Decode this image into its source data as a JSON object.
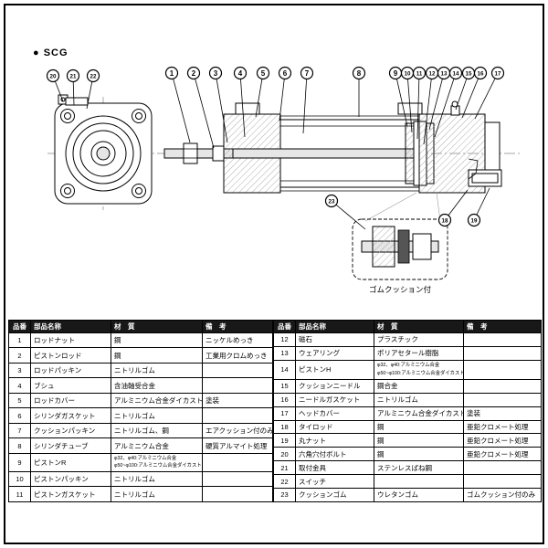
{
  "page": {
    "series_label": "● SCG",
    "detail_caption": "ゴムクッション付"
  },
  "table": {
    "headers": {
      "no": "品番",
      "name": "部品名称",
      "material": "材　質",
      "remarks": "備　考"
    }
  },
  "parts_left": [
    {
      "no": "1",
      "name": "ロッドナット",
      "material": "鋼",
      "remarks": "ニッケルめっき"
    },
    {
      "no": "2",
      "name": "ピストンロッド",
      "material": "鋼",
      "remarks": "工業用クロムめっき"
    },
    {
      "no": "3",
      "name": "ロッドパッキン",
      "material": "ニトリルゴム",
      "remarks": ""
    },
    {
      "no": "4",
      "name": "ブシュ",
      "material": "含油軸受合金",
      "remarks": ""
    },
    {
      "no": "5",
      "name": "ロッドカバー",
      "material": "アルミニウム合金ダイカスト",
      "remarks": "塗装"
    },
    {
      "no": "6",
      "name": "シリンダガスケット",
      "material": "ニトリルゴム",
      "remarks": ""
    },
    {
      "no": "7",
      "name": "クッションパッキン",
      "material": "ニトリルゴム、鋼",
      "remarks": "エアクッション付のみ"
    },
    {
      "no": "8",
      "name": "シリンダチューブ",
      "material": "アルミニウム合金",
      "remarks": "硬質アルマイト処理"
    },
    {
      "no": "9",
      "name": "ピストンR",
      "material_lines": [
        "φ32、φ40:アルミニウム合金",
        "φ50~φ100:アルミニウム合金ダイカスト"
      ],
      "remarks": ""
    },
    {
      "no": "10",
      "name": "ピストンパッキン",
      "material": "ニトリルゴム",
      "remarks": ""
    },
    {
      "no": "11",
      "name": "ピストンガスケット",
      "material": "ニトリルゴム",
      "remarks": ""
    }
  ],
  "parts_right": [
    {
      "no": "12",
      "name": "磁石",
      "material": "プラスチック",
      "remarks": ""
    },
    {
      "no": "13",
      "name": "ウェアリング",
      "material": "ポリアセタール樹脂",
      "remarks": ""
    },
    {
      "no": "14",
      "name": "ピストンH",
      "material_lines": [
        "φ32、φ40:アルミニウム合金",
        "φ50~φ100:アルミニウム合金ダイカスト"
      ],
      "remarks": ""
    },
    {
      "no": "15",
      "name": "クッションニードル",
      "material": "鋼合金",
      "remarks": ""
    },
    {
      "no": "16",
      "name": "ニードルガスケット",
      "material": "ニトリルゴム",
      "remarks": ""
    },
    {
      "no": "17",
      "name": "ヘッドカバー",
      "material": "アルミニウム合金ダイカスト",
      "remarks": "塗装"
    },
    {
      "no": "18",
      "name": "タイロッド",
      "material": "鋼",
      "remarks": "亜鉛クロメート処理"
    },
    {
      "no": "19",
      "name": "丸ナット",
      "material": "鋼",
      "remarks": "亜鉛クロメート処理"
    },
    {
      "no": "20",
      "name": "六角穴付ボルト",
      "material": "鋼",
      "remarks": "亜鉛クロメート処理"
    },
    {
      "no": "21",
      "name": "取付金具",
      "material": "ステンレスばね鋼",
      "remarks": ""
    },
    {
      "no": "22",
      "name": "スイッチ",
      "material": "",
      "remarks": ""
    },
    {
      "no": "23",
      "name": "クッションゴム",
      "material": "ウレタンゴム",
      "remarks": "ゴムクッション付のみ"
    }
  ],
  "diagram": {
    "callout_numbers": [
      1,
      2,
      3,
      4,
      5,
      6,
      7,
      8,
      9,
      10,
      11,
      12,
      13,
      14,
      15,
      16,
      17,
      18,
      19,
      20,
      21,
      22,
      23
    ]
  }
}
